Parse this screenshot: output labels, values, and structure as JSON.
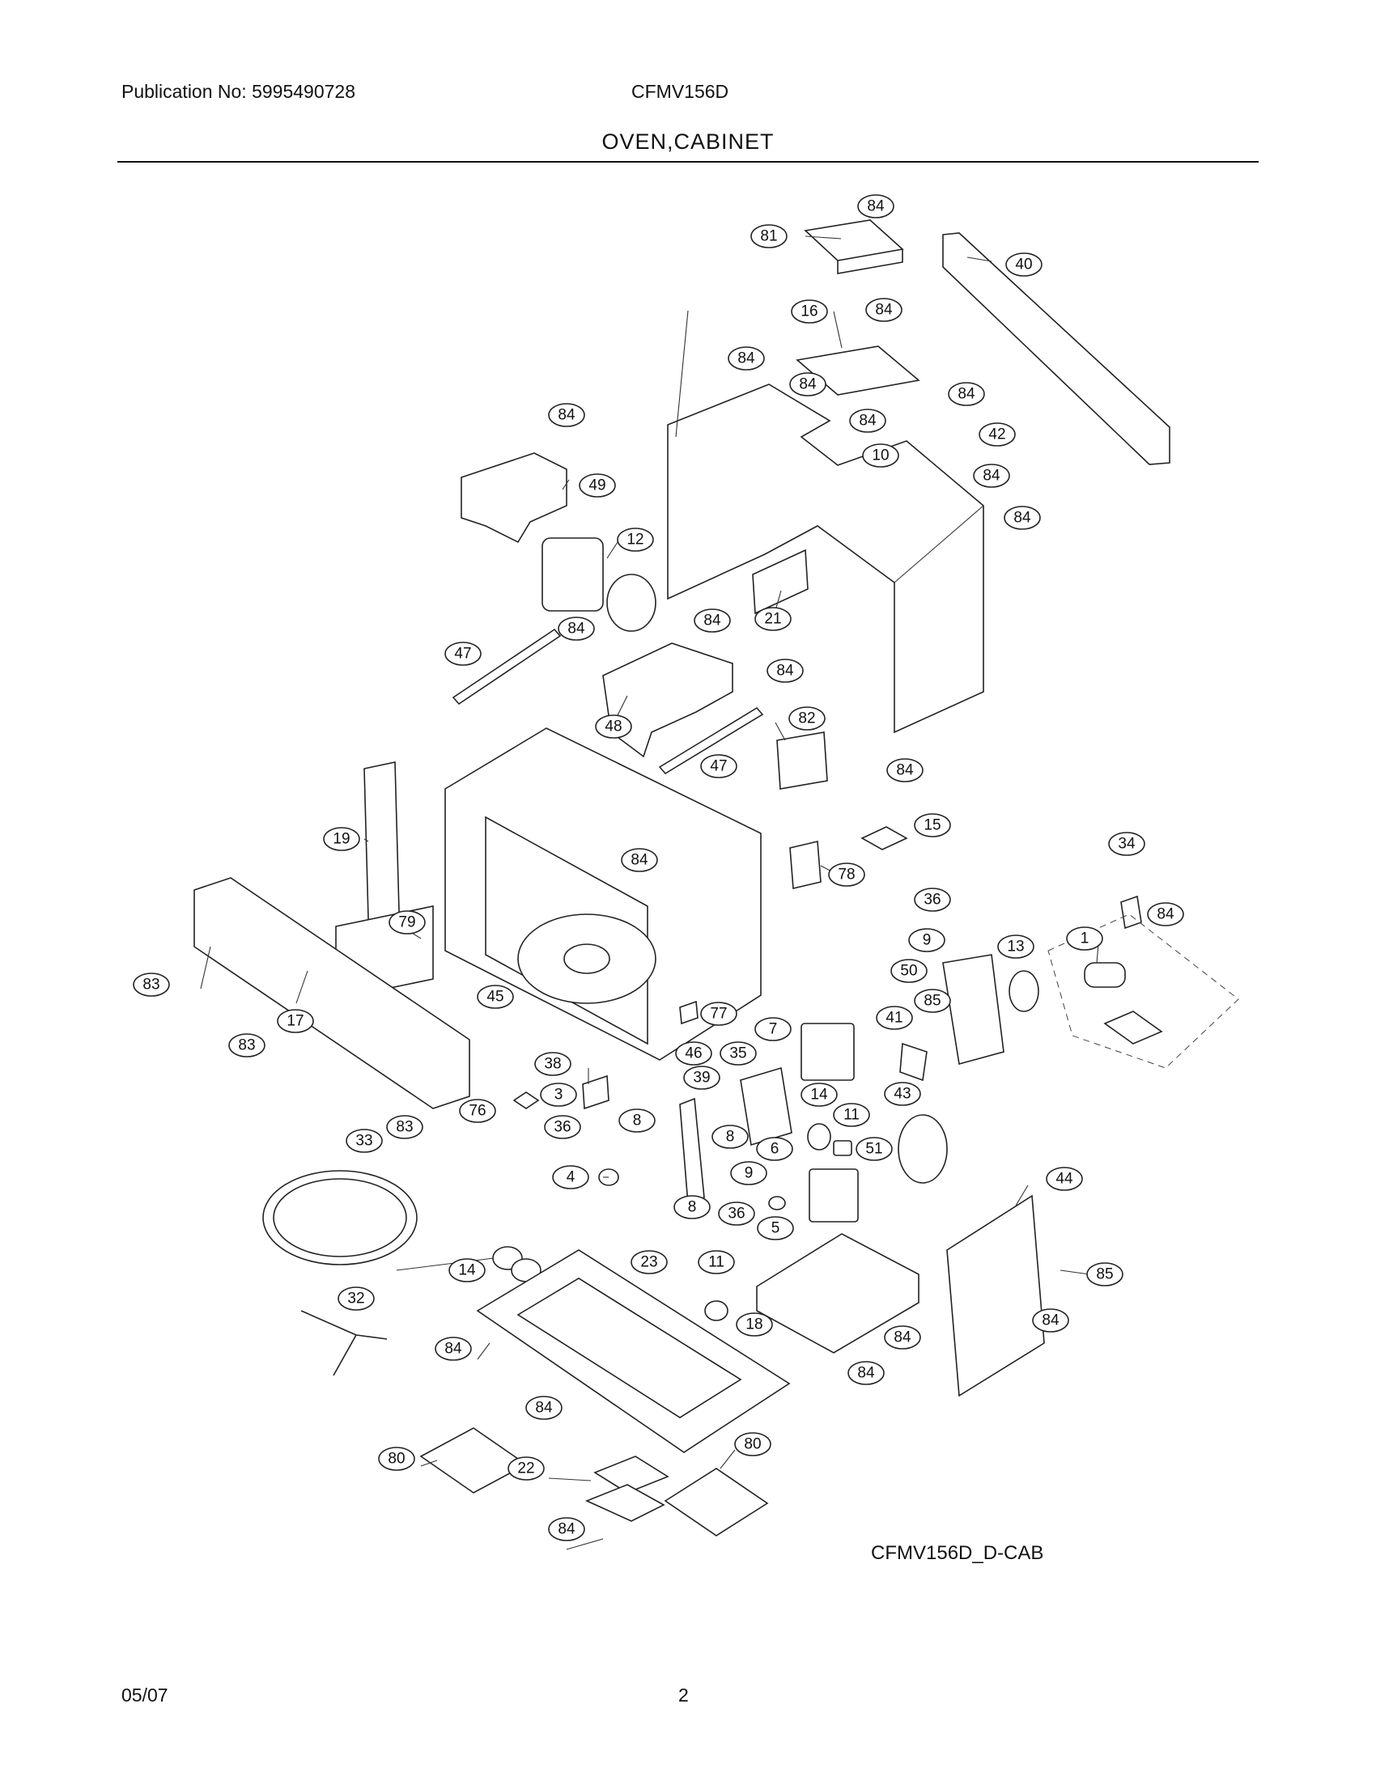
{
  "header": {
    "publication": "Publication No: 5995490728",
    "model": "CFMV156D",
    "section_title": "OVEN,CABINET"
  },
  "diagram": {
    "id_label": "CFMV156D_D-CAB",
    "callouts": [
      "84",
      "81",
      "40",
      "16",
      "84",
      "84",
      "84",
      "84",
      "84",
      "84",
      "42",
      "10",
      "84",
      "84",
      "49",
      "12",
      "84",
      "84",
      "47",
      "21",
      "84",
      "48",
      "47",
      "82",
      "84",
      "15",
      "19",
      "84",
      "79",
      "78",
      "34",
      "36",
      "1",
      "84",
      "9",
      "13",
      "50",
      "85",
      "83",
      "17",
      "83",
      "45",
      "77",
      "7",
      "41",
      "46",
      "35",
      "38",
      "39",
      "43",
      "3",
      "76",
      "14",
      "11",
      "36",
      "83",
      "8",
      "8",
      "51",
      "33",
      "6",
      "44",
      "4",
      "9",
      "8",
      "36",
      "5",
      "23",
      "11",
      "14",
      "85",
      "18",
      "32",
      "84",
      "84",
      "84",
      "84",
      "84",
      "80",
      "80",
      "22",
      "84"
    ]
  },
  "footer": {
    "date": "05/07",
    "page": "2"
  }
}
